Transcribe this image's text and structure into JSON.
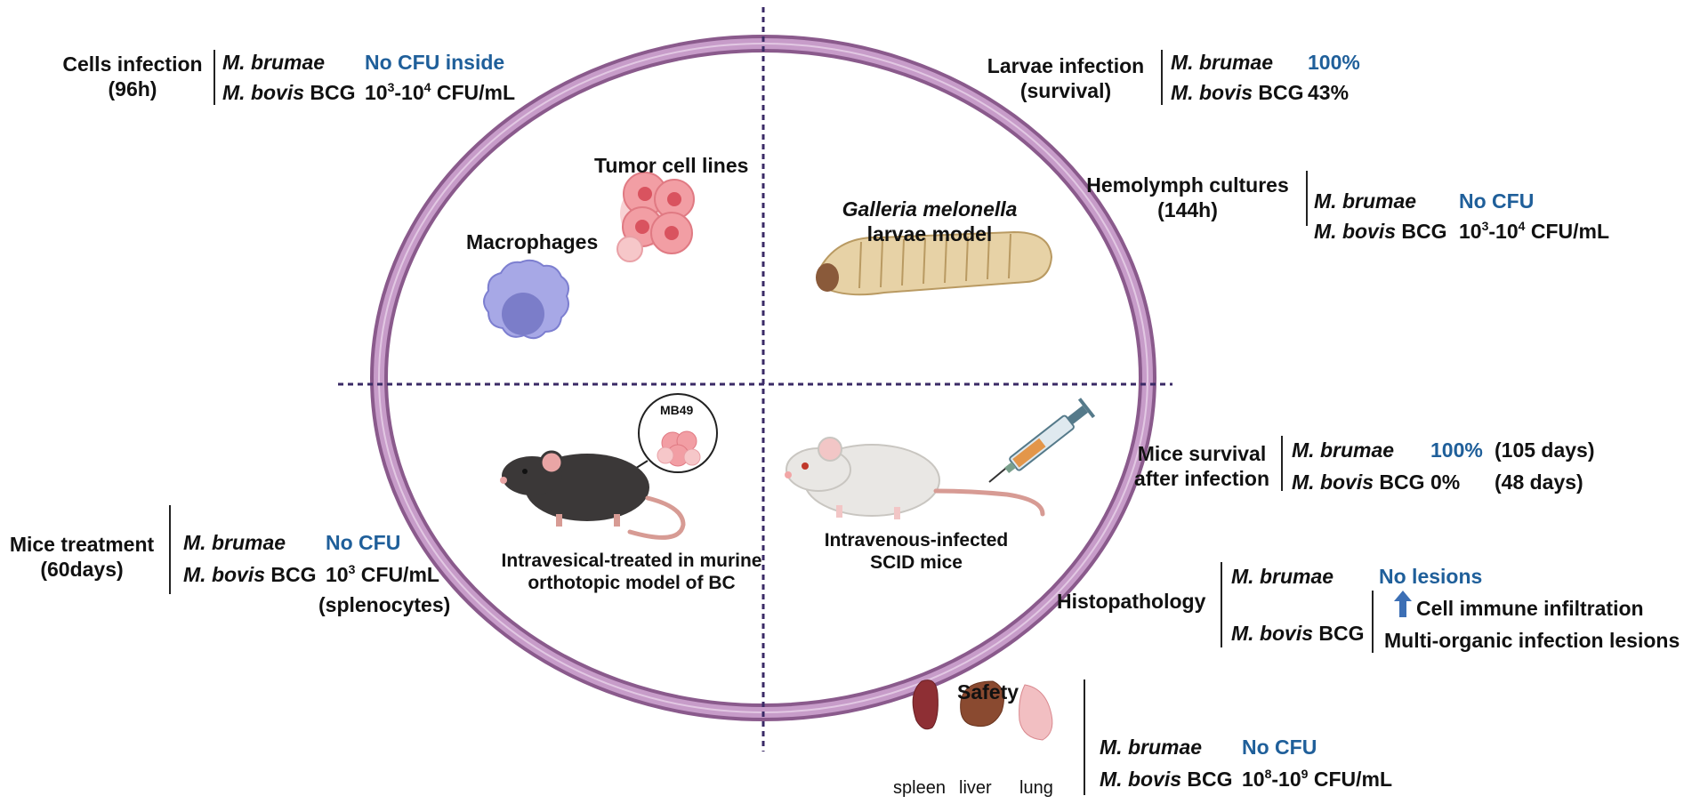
{
  "center": {
    "tumor_cell_lines": "Tumor cell lines",
    "macrophages": "Macrophages",
    "galleria_line1": "Galleria melonella",
    "galleria_line2": "larvae model",
    "mb49": "MB49",
    "intravesical_line1": "Intravesical-treated in murine",
    "intravesical_line2": "orthotopic model of BC",
    "intravenous_line1": "Intravenous-infected",
    "intravenous_line2": "SCID mice"
  },
  "species": {
    "brumae": "M. brumae",
    "bovis": "M. bovis",
    "bcg": "BCG"
  },
  "cells_infection": {
    "title_line1": "Cells infection",
    "title_line2": "(96h)",
    "brumae_result": "No CFU inside",
    "bovis_base1": "10",
    "bovis_exp1": "3",
    "bovis_mid": "-10",
    "bovis_exp2": "4",
    "bovis_unit": " CFU/mL"
  },
  "larvae_infection": {
    "title_line1": "Larvae infection",
    "title_line2": "(survival)",
    "brumae_result": "100%",
    "bovis_result": "43%"
  },
  "hemolymph": {
    "title_line1": "Hemolymph cultures",
    "title_line2": "(144h)",
    "brumae_result": "No CFU",
    "bovis_base1": "10",
    "bovis_exp1": "3",
    "bovis_mid": "-10",
    "bovis_exp2": "4",
    "bovis_unit": " CFU/mL"
  },
  "mice_treatment": {
    "title_line1": "Mice treatment",
    "title_line2": "(60days)",
    "brumae_result": "No CFU",
    "bovis_base": "10",
    "bovis_exp": "3",
    "bovis_unit": " CFU/mL",
    "bovis_note": "(splenocytes)"
  },
  "mice_survival": {
    "title_line1": "Mice survival",
    "title_line2": "after infection",
    "brumae_result": "100%",
    "brumae_days": "(105 days)",
    "bovis_result": "0%",
    "bovis_days": "(48 days)"
  },
  "histopathology": {
    "title": "Histopathology",
    "brumae_result": "No lesions",
    "bovis_line1": "Cell immune infiltration",
    "bovis_line2": "Multi-organic infection lesions"
  },
  "safety": {
    "title": "Safety",
    "organs": [
      "spleen",
      "liver",
      "lung"
    ],
    "brumae_result": "No CFU",
    "bovis_base1": "10",
    "bovis_exp1": "8",
    "bovis_mid": "-10",
    "bovis_exp2": "9",
    "bovis_unit": " CFU/mL"
  },
  "colors": {
    "ring_outer": "#8a5a8c",
    "ring_fill": "#c79cc9",
    "highlight_blue": "#1f5f9a",
    "divider": "#3a2a66"
  },
  "icons": [
    "tumor-cells-icon",
    "macrophage-icon",
    "larva-icon",
    "black-mouse-icon",
    "white-mouse-icon",
    "syringe-icon",
    "spleen-icon",
    "liver-icon",
    "lung-icon",
    "up-arrow-icon"
  ]
}
